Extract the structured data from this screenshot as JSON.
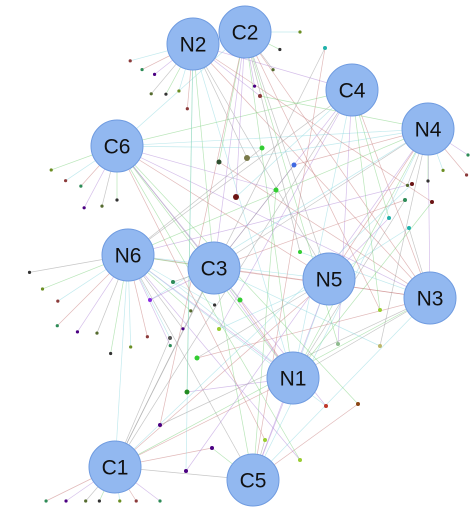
{
  "graph": {
    "hubs": [
      {
        "id": "N2",
        "label": "N2"
      },
      {
        "id": "C2",
        "label": "C2"
      },
      {
        "id": "C4",
        "label": "C4"
      },
      {
        "id": "N4",
        "label": "N4"
      },
      {
        "id": "C6",
        "label": "C6"
      },
      {
        "id": "N6",
        "label": "N6"
      },
      {
        "id": "C3",
        "label": "C3"
      },
      {
        "id": "N5",
        "label": "N5"
      },
      {
        "id": "N3",
        "label": "N3"
      },
      {
        "id": "N1",
        "label": "N1"
      },
      {
        "id": "C1",
        "label": "C1"
      },
      {
        "id": "C5",
        "label": "C5"
      }
    ],
    "colors": {
      "node_fill": "#92b8f0",
      "node_stroke": "#6f9be0",
      "edge_gray": "#999999",
      "edge_green": "#7fd27f",
      "edge_cyan": "#8fd9e0",
      "edge_red": "#c98080",
      "edge_purple": "#b28ad9"
    }
  }
}
